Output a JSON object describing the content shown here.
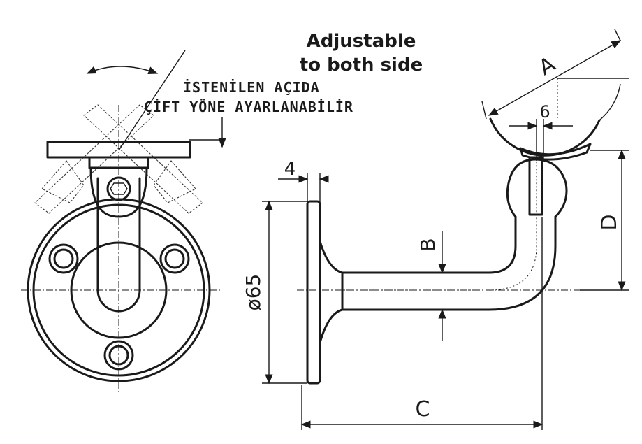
{
  "title": {
    "line1": "Adjustable",
    "line2": "to both side"
  },
  "note": {
    "line1": "İSTENİLEN AÇIDA",
    "line2": "ÇİFT YÖNE AYARLANABİLİR"
  },
  "dimensions": {
    "a": "A",
    "b": "B",
    "c": "C",
    "d": "D",
    "six": "6",
    "four": "4",
    "diameter": "ø65"
  }
}
